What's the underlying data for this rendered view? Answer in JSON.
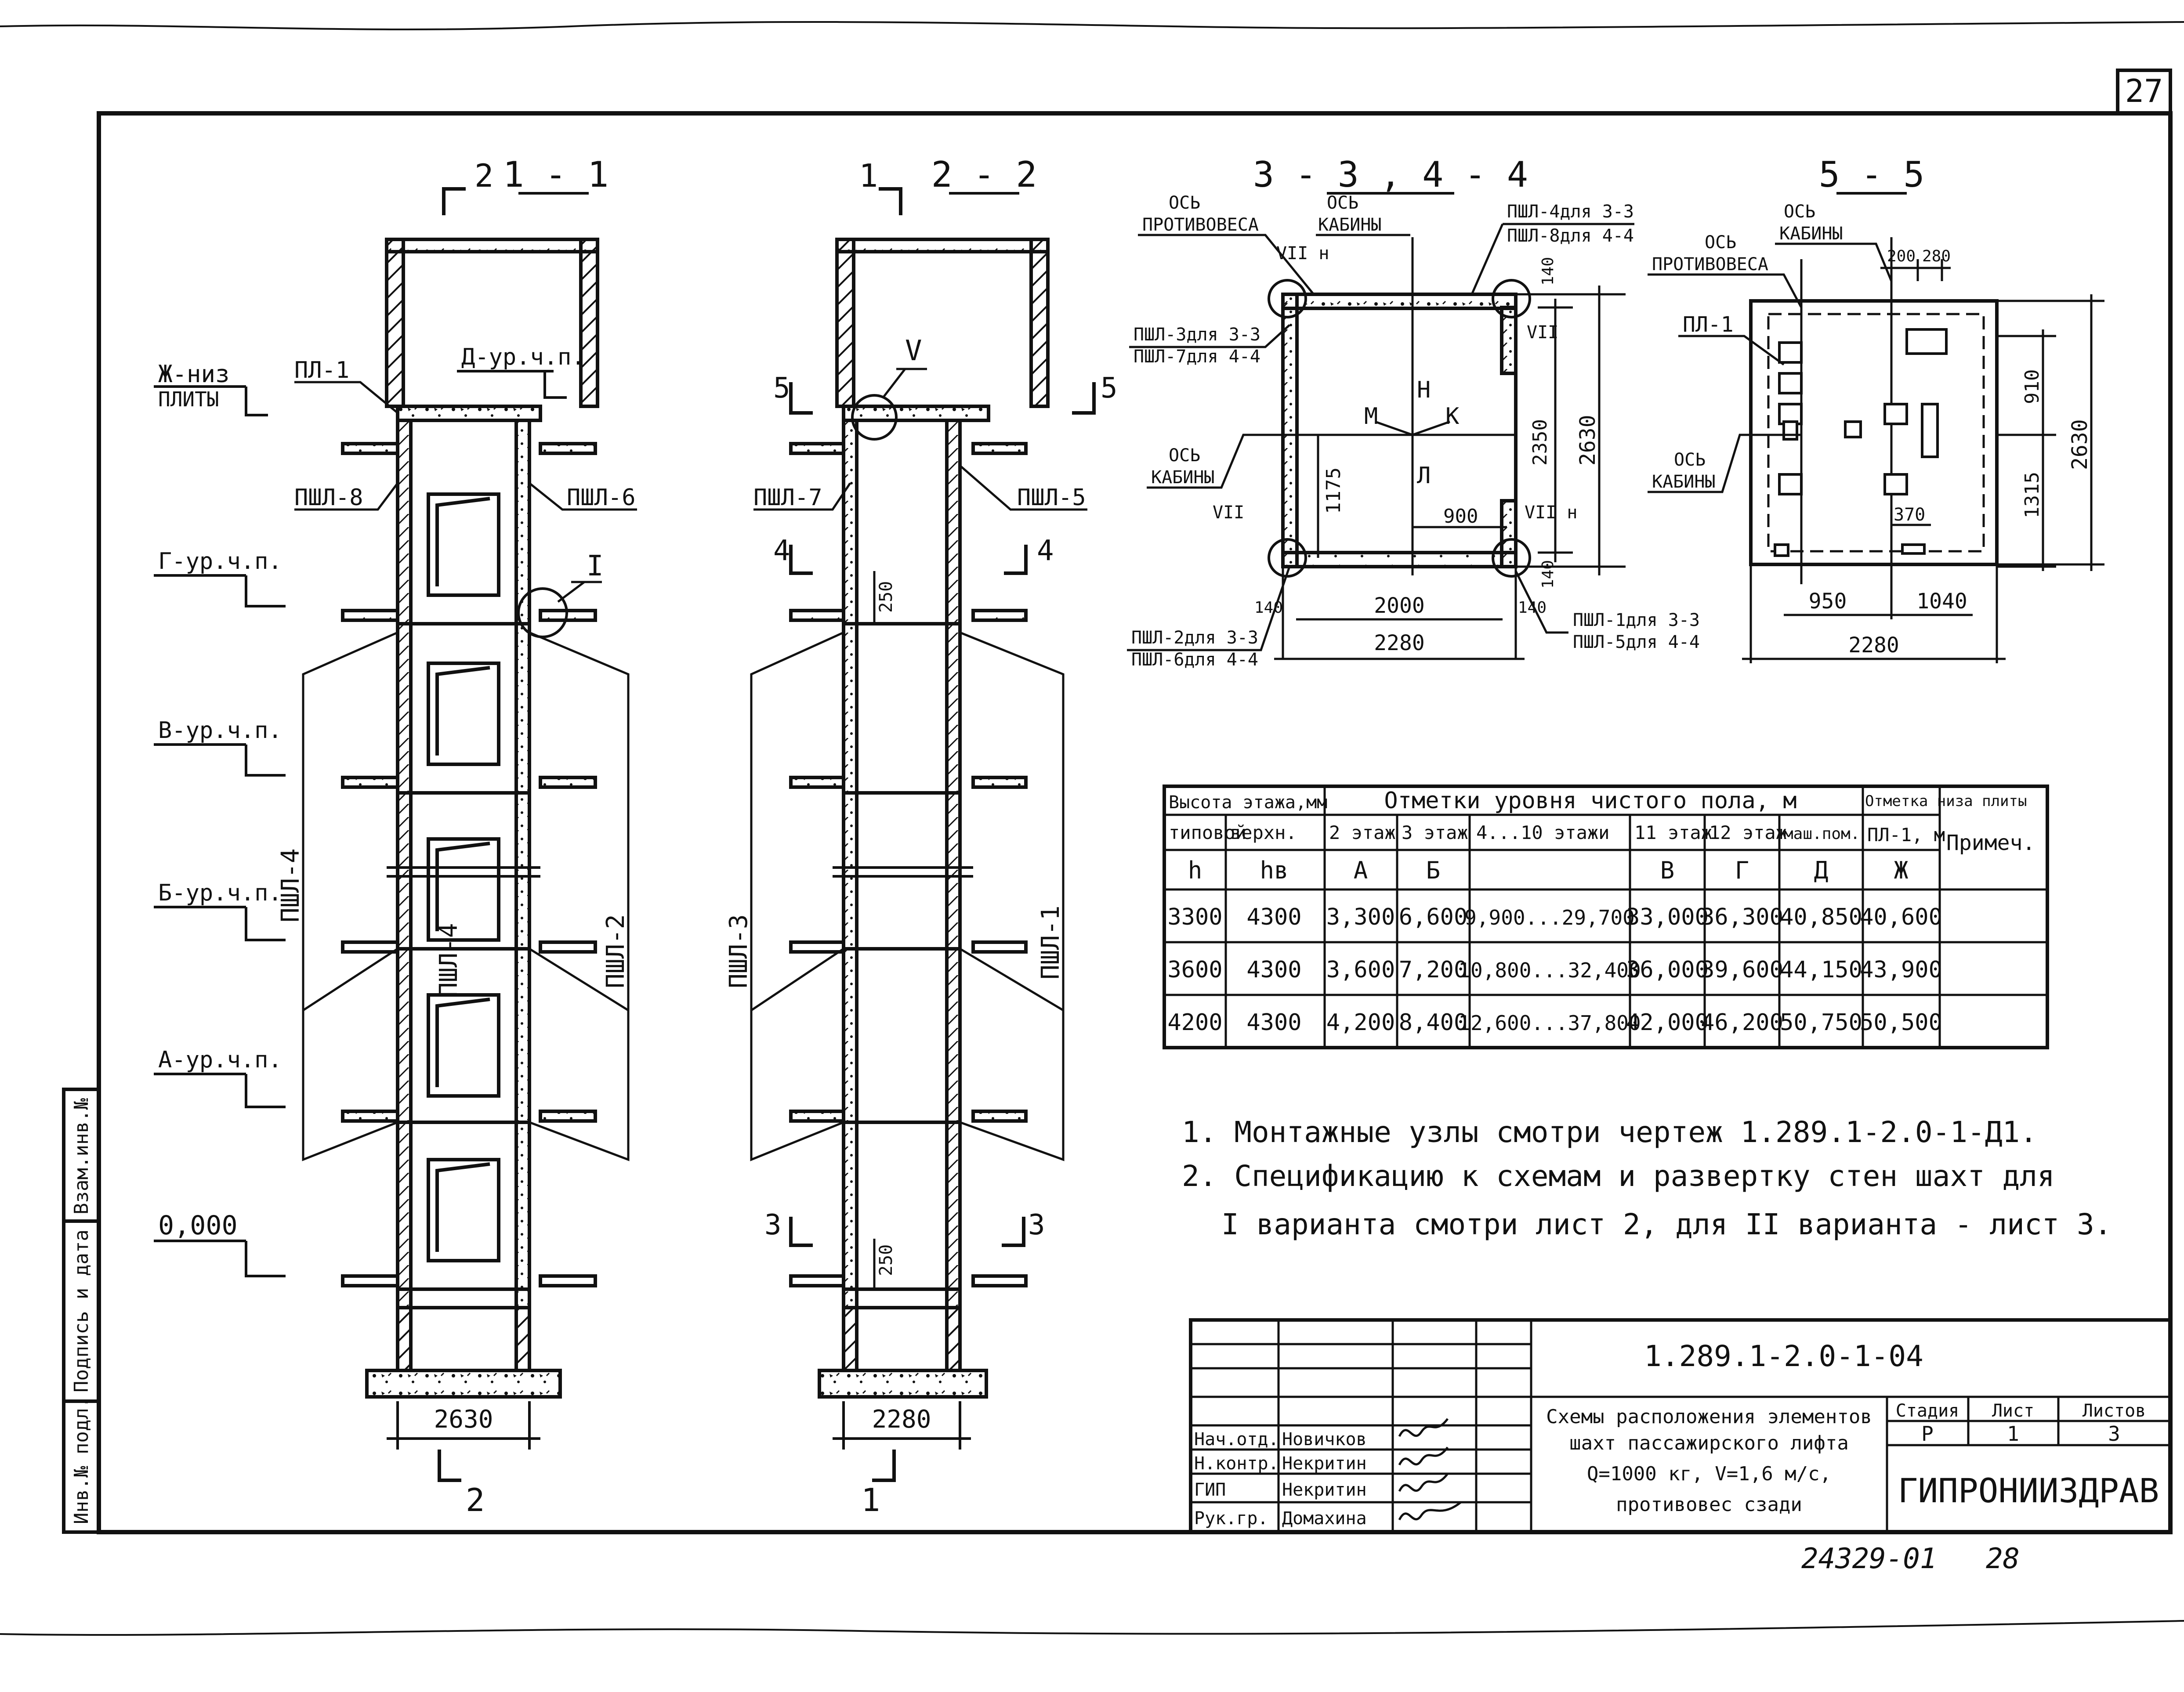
{
  "sheet_number": "27",
  "sections": {
    "s11": {
      "title": "1 - 1",
      "cut_mark": "2",
      "bottom_cut": "2",
      "width_dim": "2630",
      "left_wall": "ПШЛ-4",
      "right_wall": "ПШЛ-2",
      "upper_left": "ПШЛ-8",
      "upper_right": "ПШЛ-6",
      "plate": "ПЛ-1",
      "node": "I"
    },
    "s22": {
      "title": "2 - 2",
      "cut_mark": "1",
      "bottom_cut": "1",
      "width_dim": "2280",
      "left_wall": "ПШЛ-3",
      "right_wall": "ПШЛ-1",
      "upper_left": "ПШЛ-7",
      "upper_right": "ПШЛ-5",
      "node": "V",
      "dim_250_top": "250",
      "dim_250_bottom": "250",
      "cut5_l": "5",
      "cut5_r": "5",
      "cut4_l": "4",
      "cut4_r": "4",
      "cut3_l": "3",
      "cut3_r": "3"
    },
    "s33": {
      "title": "3 - 3 , 4 - 4",
      "axis_cw": [
        "ОСЬ",
        "ПРОТИВОВЕСА"
      ],
      "axis_cab": [
        "ОСЬ",
        "КАБИНЫ"
      ],
      "axis_cab2": [
        "ОСЬ",
        "КАБИНЫ"
      ],
      "pshl4": "ПШЛ-4для 3-3",
      "pshl8": "ПШЛ-8для 4-4",
      "pshl3": "ПШЛ-3для 3-3",
      "pshl7": "ПШЛ-7для 4-4",
      "pshl2": "ПШЛ-2для 3-3",
      "pshl6": "ПШЛ-6для 4-4",
      "pshl1": "ПШЛ-1для 3-3",
      "pshl5": "ПШЛ-5для 4-4",
      "node_tl": "VII н",
      "node_tr": "VII",
      "node_bl": "VII",
      "node_br": "VII н",
      "dims": {
        "d140a": "140",
        "d140b": "140",
        "d140c": "140",
        "d140d": "140",
        "d2350": "2350",
        "d2630": "2630",
        "d1175": "1175",
        "d900": "900",
        "d2000": "2000",
        "d2280": "2280"
      },
      "letters": {
        "M": "М",
        "K": "К",
        "H": "Н",
        "L": "Л"
      }
    },
    "s55": {
      "title": "5 - 5",
      "axis_cab": [
        "ОСЬ",
        "КАБИНЫ"
      ],
      "axis_cw": [
        "ОСЬ",
        "ПРОТИВОВЕСА"
      ],
      "axis_cab2": [
        "ОСЬ",
        "КАБИНЫ"
      ],
      "plate": "ПЛ-1",
      "dims": {
        "d200": "200",
        "d280": "280",
        "d910": "910",
        "d1315": "1315",
        "d2630": "2630",
        "d370": "370",
        "d950": "950",
        "d1040": "1040",
        "d2280": "2280"
      }
    }
  },
  "levels": [
    "Ж-низ",
    "ПЛИТЫ",
    "Д-ур.ч.п.",
    "Г-ур.ч.п.",
    "В-ур.ч.п.",
    "Б-ур.ч.п.",
    "А-ур.ч.п.",
    "0,000"
  ],
  "table": {
    "head1": [
      "Высота этажа,мм",
      "Отметки уровня чистого пола, м",
      "Отметка низа плиты",
      "Примеч."
    ],
    "head2": [
      "типовой",
      "верхн.",
      "2 этаж",
      "3 этаж",
      "4...10 этажи",
      "11 этаж",
      "12 этаж",
      "маш.пом.",
      "ПЛ-1, м"
    ],
    "head3": [
      "h",
      "hв",
      "А",
      "Б",
      "",
      "В",
      "Г",
      "Д",
      "Ж"
    ],
    "rows": [
      [
        "3300",
        "4300",
        "3,300",
        "6,600",
        "9,900...29,700",
        "33,000",
        "36,300",
        "40,850",
        "40,600",
        ""
      ],
      [
        "3600",
        "4300",
        "3,600",
        "7,200",
        "10,800...32,400",
        "36,000",
        "39,600",
        "44,150",
        "43,900",
        ""
      ],
      [
        "4200",
        "4300",
        "4,200",
        "8,400",
        "12,600...37,800",
        "42,000",
        "46,200",
        "50,750",
        "50,500",
        ""
      ]
    ]
  },
  "notes": [
    "1. Монтажные узлы смотри чертеж 1.289.1-2.0-1-Д1.",
    "2. Спецификацию к схемам и развертку стен шахт для",
    "I варианта смотри лист 2, для II варианта - лист 3."
  ],
  "side_stamp": [
    "Инв.№ подл.",
    "Подпись и дата",
    "Взам.инв.№"
  ],
  "title_block": {
    "code": "1.289.1-2.0-1-04",
    "description": [
      "Схемы расположения элементов",
      "шахт пассажирского лифта",
      "Q=1000 кг, V=1,6 м/с,",
      "противовес сзади"
    ],
    "stage_label": "Стадия",
    "sheet_label": "Лист",
    "sheets_label": "Листов",
    "stage": "Р",
    "sheet": "1",
    "sheets": "3",
    "org": "ГИПРОНИИЗДРАВ",
    "people": [
      {
        "role": "Нач.отд.",
        "name": "Новичков"
      },
      {
        "role": "Н.контр.",
        "name": "Некритин"
      },
      {
        "role": "ГИП",
        "name": "Некритин"
      },
      {
        "role": "Рук.гр.",
        "name": "Домахина"
      }
    ]
  },
  "footer": {
    "archive": "24329-01",
    "page": "28"
  }
}
